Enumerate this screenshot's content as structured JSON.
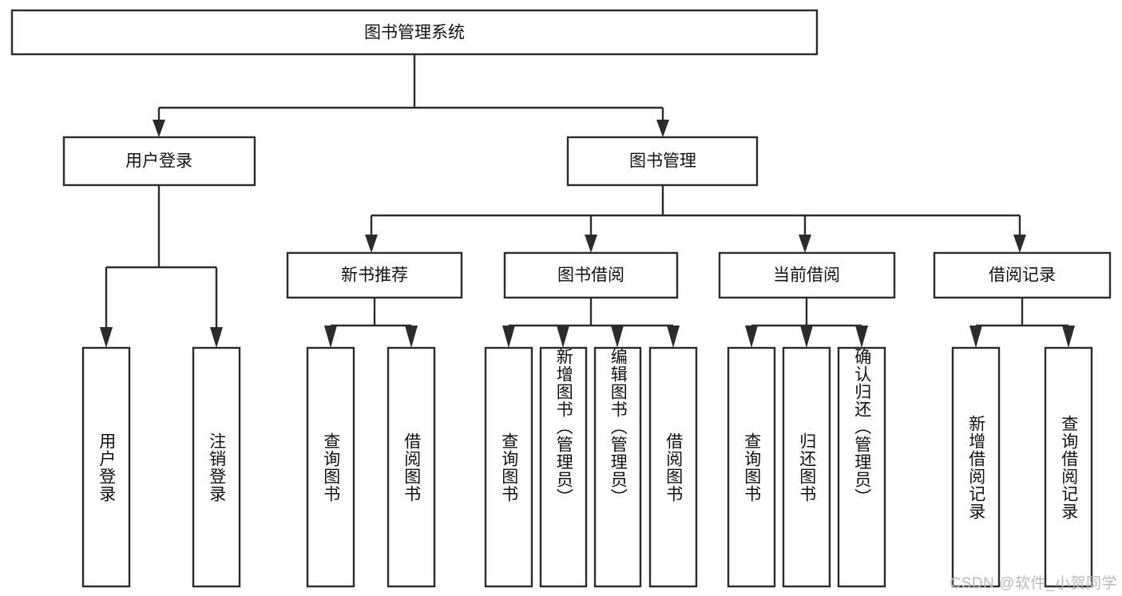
{
  "diagram": {
    "title": "图书管理系统",
    "watermark": "CSDN @软件_小贺同学",
    "colors": {
      "background": "#ffffff",
      "stroke": "#2b2b2b",
      "text": "#111111",
      "watermark": "#b9b9b9"
    },
    "root": {
      "label": "图书管理系统"
    },
    "level2": [
      {
        "label": "用户登录"
      },
      {
        "label": "图书管理"
      }
    ],
    "level3": [
      {
        "label": "新书推荐"
      },
      {
        "label": "图书借阅"
      },
      {
        "label": "当前借阅"
      },
      {
        "label": "借阅记录"
      }
    ],
    "leaves": {
      "user_login": [
        {
          "label": "用户登录"
        },
        {
          "label": "注销登录"
        }
      ],
      "new_book_recommend": [
        {
          "label": "查询图书"
        },
        {
          "label": "借阅图书"
        }
      ],
      "book_borrow": [
        {
          "label": "查询图书"
        },
        {
          "label": "新增图书（管理员）"
        },
        {
          "label": "编辑图书（管理员）"
        },
        {
          "label": "借阅图书"
        }
      ],
      "current_borrow": [
        {
          "label": "查询图书"
        },
        {
          "label": "归还图书"
        },
        {
          "label": "确认归还（管理员）"
        }
      ],
      "borrow_record": [
        {
          "label": "新增借阅记录"
        },
        {
          "label": "查询借阅记录"
        }
      ]
    }
  }
}
